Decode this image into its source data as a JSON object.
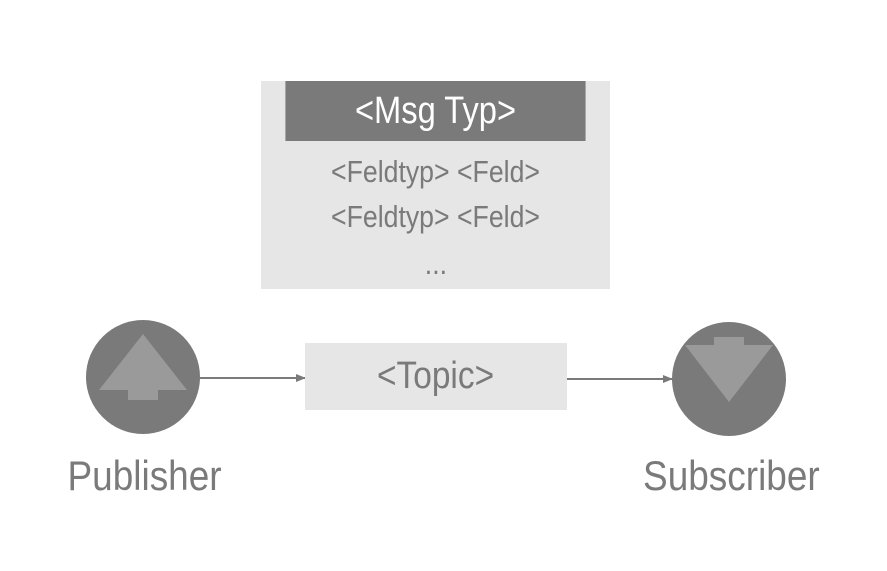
{
  "message": {
    "type_label": "<Msg Typ>",
    "fields": [
      "<Feldtyp> <Feld>",
      "<Feldtyp> <Feld>"
    ],
    "ellipsis": "..."
  },
  "topic": {
    "label": "<Topic>"
  },
  "publisher": {
    "label": "Publisher",
    "icon": "arrow-up-icon"
  },
  "subscriber": {
    "label": "Subscriber",
    "icon": "arrow-down-icon"
  },
  "colors": {
    "dark": "#7a7a7a",
    "light": "#e6e6e6",
    "icon": "#9a9a9a"
  }
}
